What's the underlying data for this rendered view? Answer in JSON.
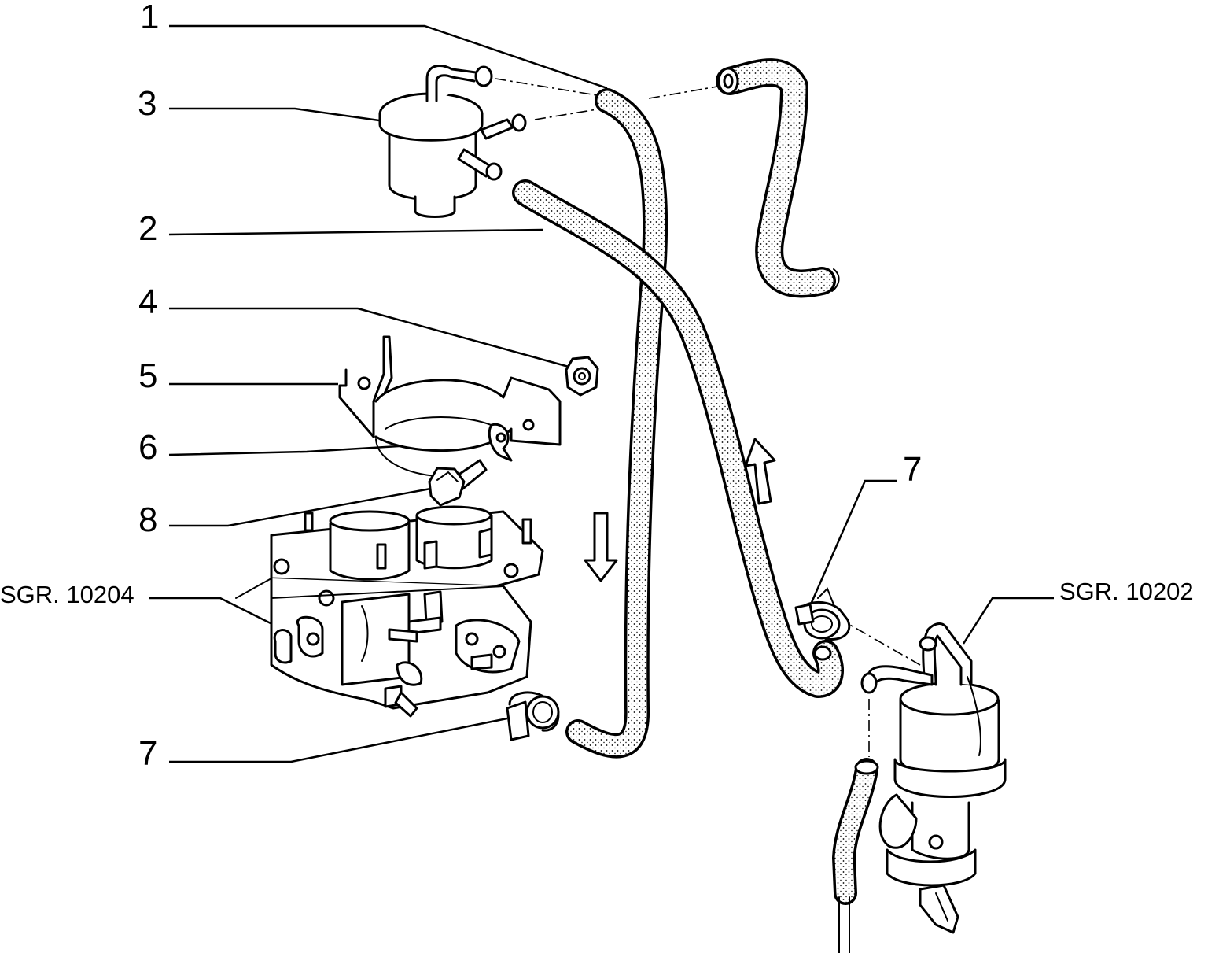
{
  "callouts": {
    "c1": "1",
    "c2": "2",
    "c3": "3",
    "c4": "4",
    "c5": "5",
    "c6": "6",
    "c7_right": "7",
    "c7_left": "7",
    "c8": "8"
  },
  "refs": {
    "left": "SGR. 10204",
    "right": "SGR. 10202"
  }
}
